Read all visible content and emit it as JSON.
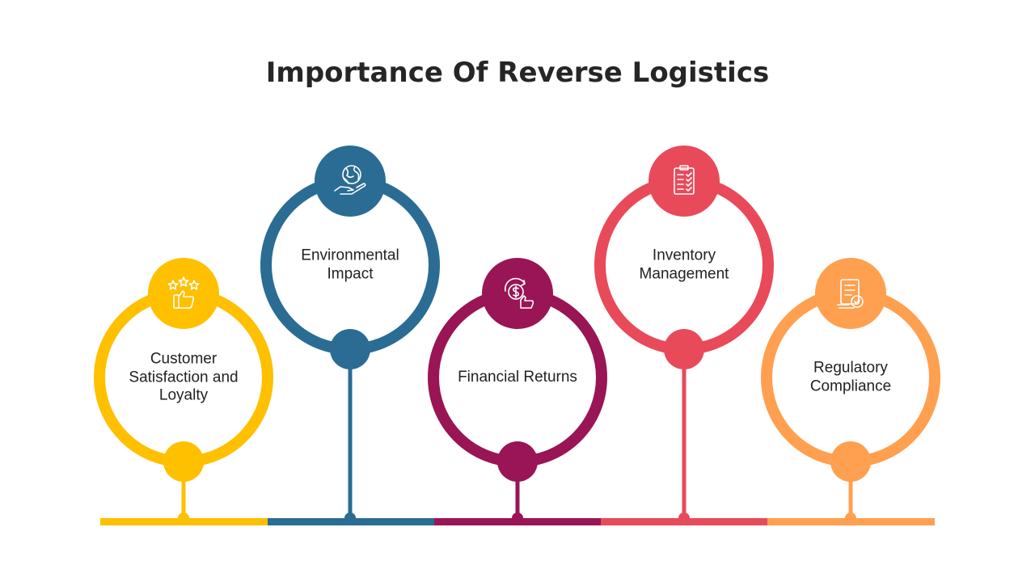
{
  "title": "Importance Of Reverse Logistics",
  "items": [
    {
      "label": "Customer Satisfaction and Loyalty",
      "color": "#FFC000",
      "icon": "stars-thumbs-up-icon"
    },
    {
      "label": "Environmental Impact",
      "color": "#2A6C94",
      "icon": "globe-in-hand-icon"
    },
    {
      "label": "Financial Returns",
      "color": "#991555",
      "icon": "money-return-icon"
    },
    {
      "label": "Inventory Management",
      "color": "#E84A5A",
      "icon": "clipboard-checklist-icon"
    },
    {
      "label": "Regulatory Compliance",
      "color": "#FFA050",
      "icon": "compliance-document-icon"
    }
  ]
}
